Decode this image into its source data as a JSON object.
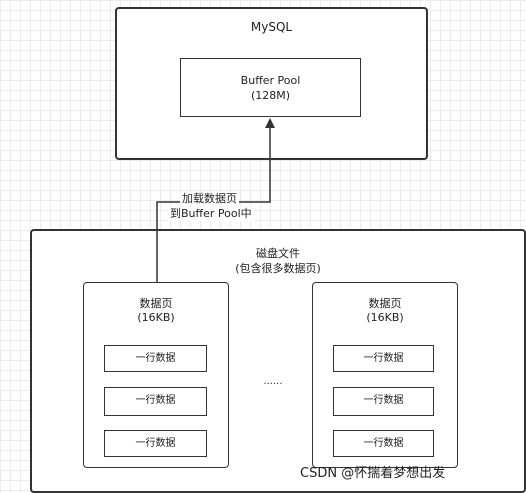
{
  "mysql": {
    "title": "MySQL"
  },
  "buffer_pool": {
    "name": "Buffer Pool",
    "size": "(128M)"
  },
  "arrow": {
    "line1": "加载数据页",
    "line2": "到Buffer Pool中"
  },
  "disk": {
    "title": "磁盘文件",
    "subtitle": "(包含很多数据页)"
  },
  "pages": [
    {
      "title": "数据页",
      "size": "(16KB)",
      "rows": [
        "一行数据",
        "一行数据",
        "一行数据"
      ]
    },
    {
      "title": "数据页",
      "size": "(16KB)",
      "rows": [
        "一行数据",
        "一行数据",
        "一行数据"
      ]
    }
  ],
  "ellipsis": "......",
  "watermark": "CSDN @怀揣着梦想出发"
}
